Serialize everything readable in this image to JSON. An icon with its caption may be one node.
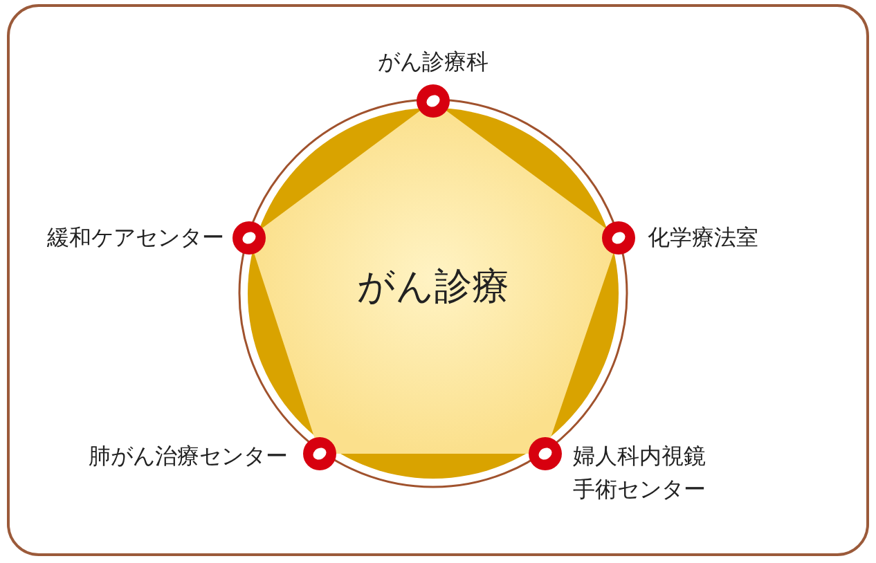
{
  "diagram": {
    "nodes": [
      {
        "text": [
          "がん診療"
        ]
      },
      {
        "text": [],
        "shape": "circle",
        "beside": [
          "がん診療科"
        ]
      },
      {
        "text": [],
        "shape": "circle",
        "beside": [
          "化学療法室"
        ]
      },
      {
        "text": [],
        "shape": "circle",
        "beside": [
          "婦人科内視鏡手術センター"
        ]
      },
      {
        "text": [],
        "shape": "circle",
        "beside": [
          "肺がん治療センター"
        ]
      },
      {
        "text": [],
        "shape": "circle",
        "beside": [
          "緩和ケアセンター"
        ]
      }
    ]
  }
}
